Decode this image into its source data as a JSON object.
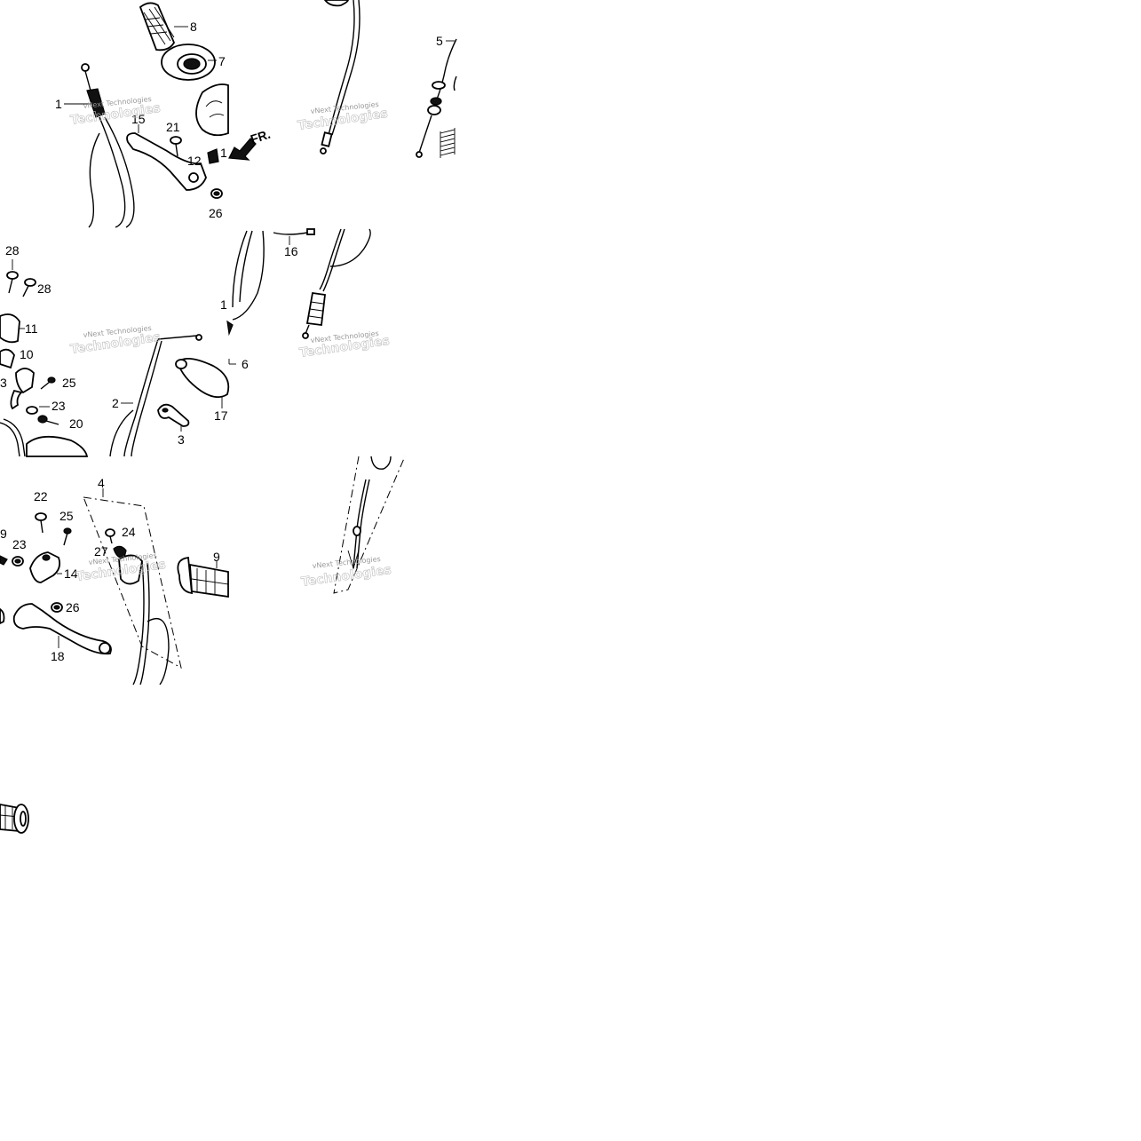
{
  "watermark": {
    "line1": "vNext Technologies",
    "line2": "Technologies"
  },
  "callouts": {
    "c8": "8",
    "c7": "7",
    "c1": "1",
    "c15": "15",
    "c21": "21",
    "c12": "12",
    "c1b": "1",
    "c26a": "26",
    "c5": "5",
    "fr": "FR.",
    "c28a": "28",
    "c28b": "28",
    "c11": "11",
    "c10": "10",
    "c3a": "3",
    "c25a": "25",
    "c23a": "23",
    "c20": "20",
    "c2": "2",
    "c3b": "3",
    "c17": "17",
    "c6": "6",
    "c16": "16",
    "c1c": "1",
    "c4": "4",
    "c22": "22",
    "c25b": "25",
    "c9a": "9",
    "c23b": "23",
    "c24": "24",
    "c27": "27",
    "c14": "14",
    "c26b": "26",
    "c18": "18",
    "c9b": "9"
  }
}
